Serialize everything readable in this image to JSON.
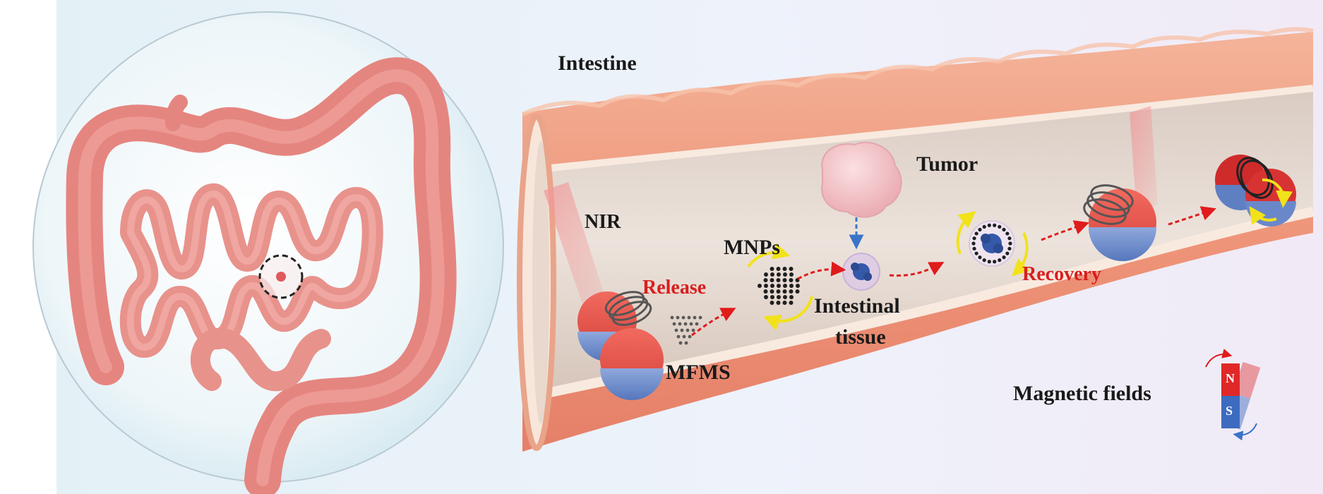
{
  "labels": {
    "intestine": "Intestine",
    "nir": "NIR",
    "tumor": "Tumor",
    "mnps": "MNPs",
    "release": "Release",
    "intestinal_tissue_line1": "Intestinal",
    "intestinal_tissue_line2": "tissue",
    "recovery": "Recovery",
    "mfms": "MFMS",
    "magnetic_fields": "Magnetic fields",
    "magnet_n": "N",
    "magnet_s": "S"
  },
  "colors": {
    "tissue_pink": "#e88a88",
    "tube_outer": "#f0a48a",
    "tube_inner": "#e9dfd8",
    "particle_red": "#e23a3a",
    "particle_blue": "#6f8fcf",
    "arrow_red": "#e01b1b",
    "arrow_yellow": "#f2e21a",
    "label_red": "#d81e1e",
    "background_blue": "#dbeef5"
  }
}
